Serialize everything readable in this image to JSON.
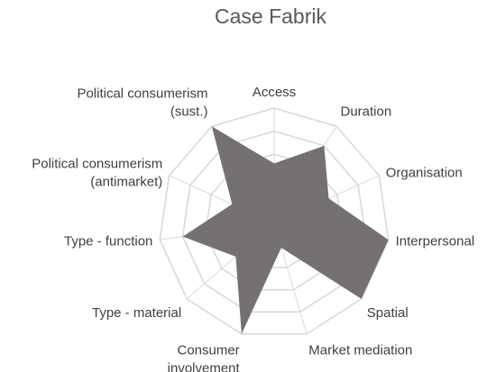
{
  "chart_data": {
    "type": "radar",
    "title": "Case Fabrik",
    "categories": [
      "Access",
      "Duration",
      "Organisation",
      "Interpersonal",
      "Spatial",
      "Market mediation",
      "Consumer involvement",
      "Type - material",
      "Type - function",
      "Political consumerism (antimarket)",
      "Political consumerism (sust.)"
    ],
    "category_lines": [
      [
        "Access"
      ],
      [
        "Duration"
      ],
      [
        "Organisation"
      ],
      [
        "Interpersonal"
      ],
      [
        "Spatial"
      ],
      [
        "Market mediation"
      ],
      [
        "Consumer",
        "involvement"
      ],
      [
        "Type - material"
      ],
      [
        "Type - function"
      ],
      [
        "Political consumerism",
        "(antimarket)"
      ],
      [
        "Political consumerism",
        "(sust.)"
      ]
    ],
    "series": [
      {
        "values": [
          2.6,
          4,
          2.6,
          5,
          5,
          1.1,
          5,
          2.2,
          4,
          2,
          5
        ]
      }
    ],
    "rlim": [
      0,
      5
    ],
    "grid_levels": 5,
    "grid": true,
    "legend": "none",
    "colors": {
      "area": "#767171",
      "grid": "#d9d9d9",
      "title": "#595959",
      "label": "#404040"
    }
  }
}
